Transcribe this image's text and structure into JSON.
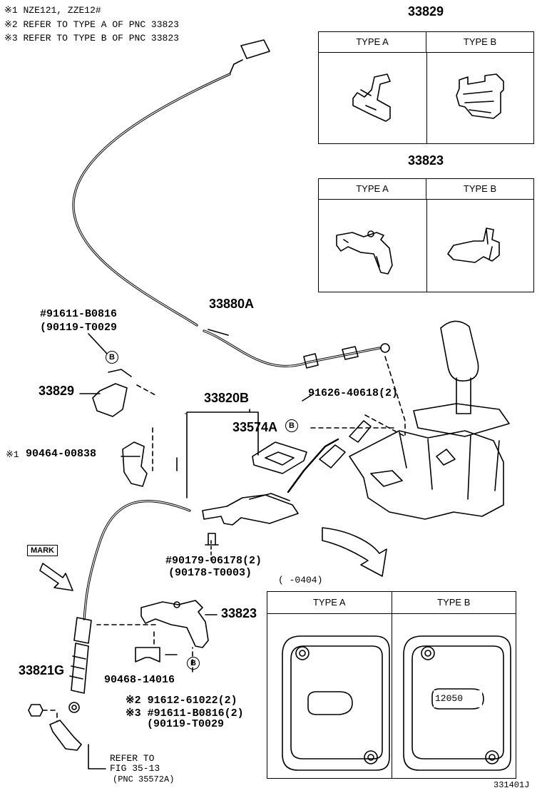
{
  "notes": [
    "※1 NZE121, ZZE12#",
    "※2  REFER TO TYPE A OF PNC 33823",
    "※3  REFER TO TYPE B OF PNC 33823"
  ],
  "boxes": {
    "top": {
      "title": "33829",
      "type_a": "TYPE A",
      "type_b": "TYPE B"
    },
    "mid": {
      "title": "33823",
      "type_a": "TYPE A",
      "type_b": "TYPE B"
    },
    "bottom": {
      "range": "(     -0404)",
      "type_a": "TYPE A",
      "type_b": "TYPE B",
      "plate_code": "12050"
    }
  },
  "labels": {
    "cable_main": "33880A",
    "bolt_a": "#91611-B0816",
    "bolt_a_alt": "(90119-T0029",
    "b_marker": "B",
    "clip_top": "33829",
    "bracket_group": "33820B",
    "bolt_b": "91626-40618(2)",
    "retainer": "33574A",
    "clip_n1_prefix": "※1",
    "clip_n1": "90464-00838",
    "mark": "MARK",
    "nut": "#90179-06178(2)",
    "nut_alt": "(90178-T0003)",
    "bracket_low": "33823",
    "end_nut": "33821G",
    "clip_low": "90468-14016",
    "bolt_c": "※2  91612-61022(2)",
    "bolt_d": "※3 #91611-B0816(2)",
    "bolt_d_alt": "(90119-T0029",
    "refer_1": "REFER TO",
    "refer_2": "FIG 35-13",
    "refer_3": "(PNC 35572A)",
    "fig_code": "331401J"
  }
}
